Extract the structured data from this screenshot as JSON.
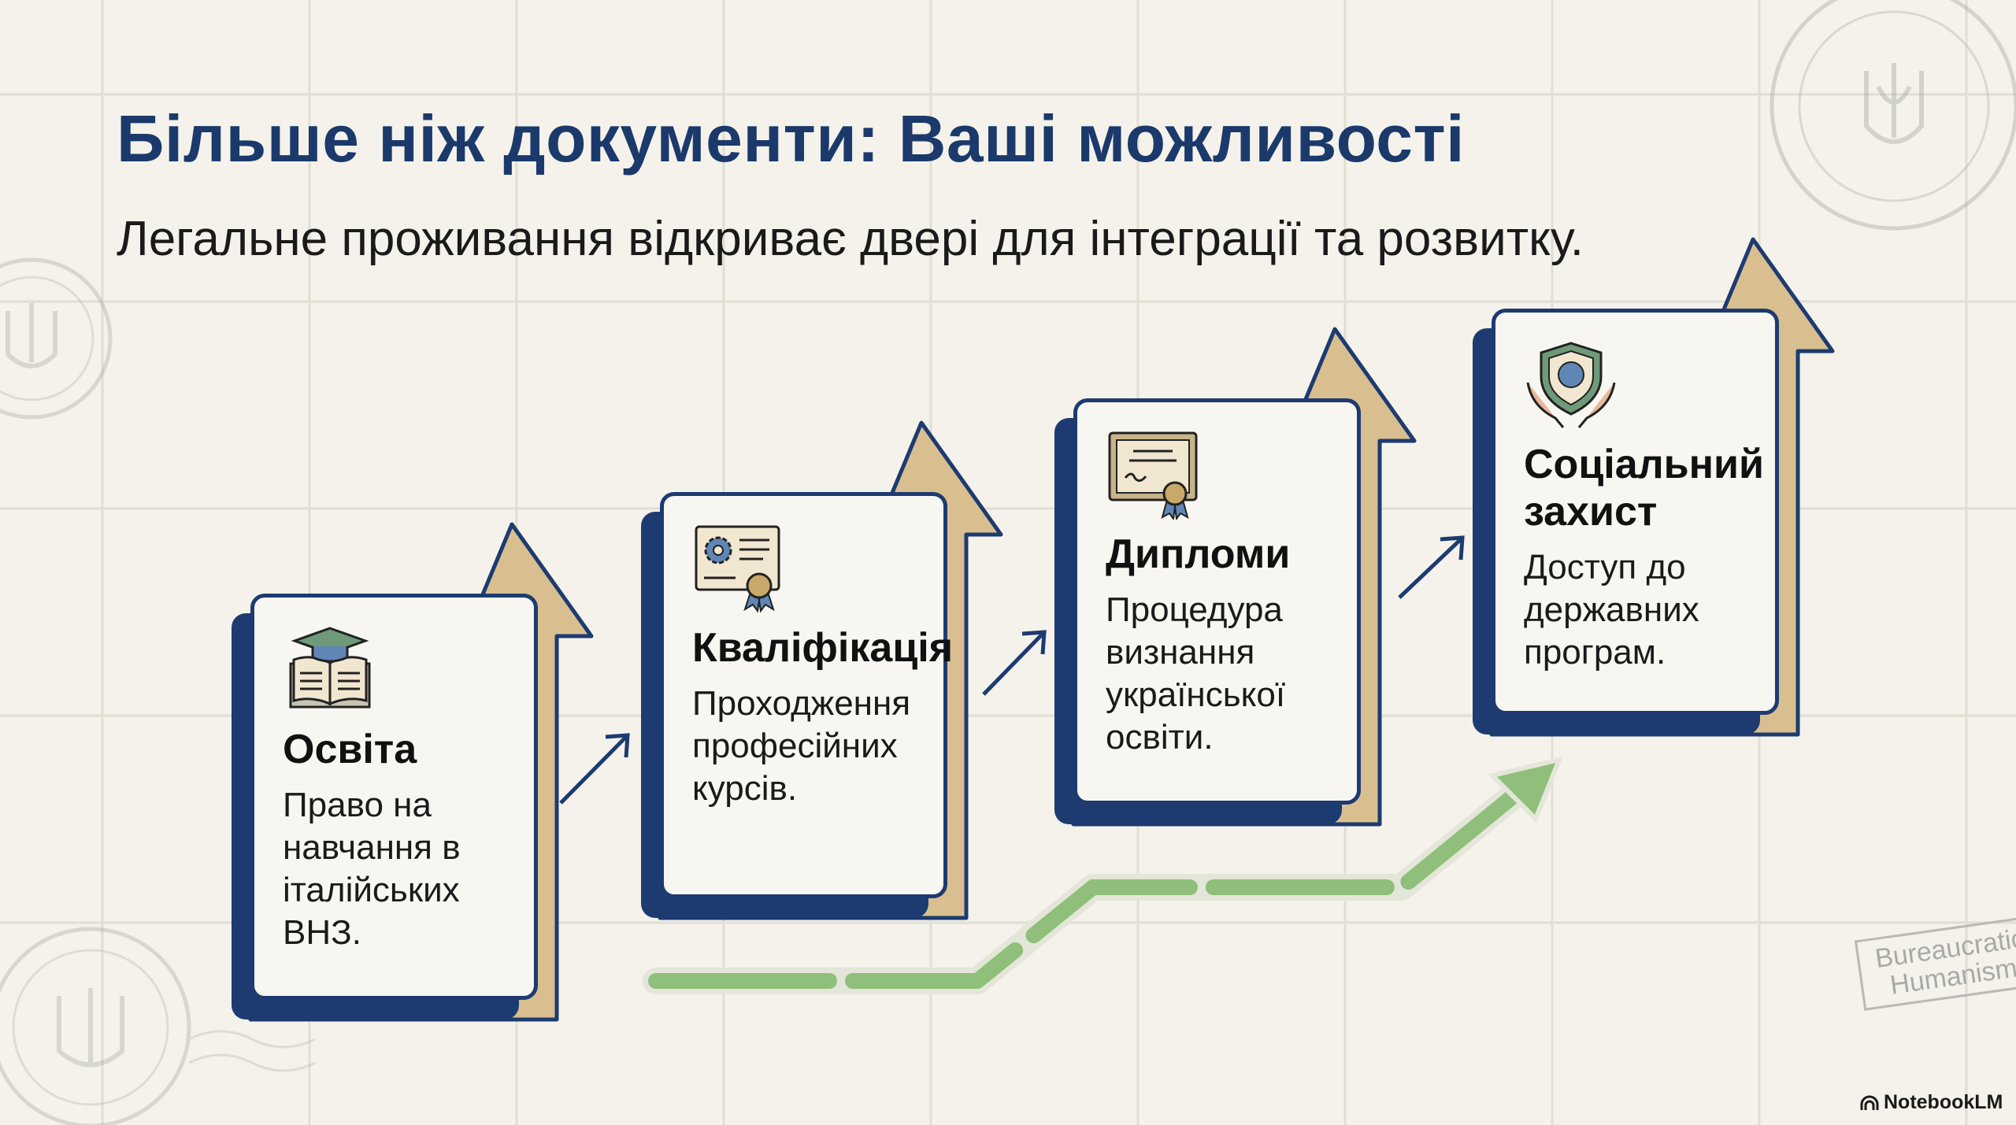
{
  "header": {
    "title": "Більше ніж документи: Ваші можливості",
    "subtitle": "Легальне проживання відкриває двері для інтеграції та розвитку."
  },
  "steps": [
    {
      "icon": "graduation-book-icon",
      "title": "Освіта",
      "text": "Право на навчання в італійських ВНЗ."
    },
    {
      "icon": "certificate-gear-icon",
      "title": "Кваліфікація",
      "text": "Проходження професійних курсів."
    },
    {
      "icon": "diploma-icon",
      "title": "Дипломи",
      "text": "Процедура визнання української освіти."
    },
    {
      "icon": "shield-hands-icon",
      "title": "Соціальний захист",
      "text": "Доступ до державних програм."
    }
  ],
  "stamp": {
    "text": "Bureaucratic Humanism"
  },
  "branding": {
    "logo": "NotebookLM"
  },
  "colors": {
    "navy": "#1d3b70",
    "tan": "#d9bf8f",
    "green": "#8fbf7a",
    "background": "#f4f2ea"
  }
}
